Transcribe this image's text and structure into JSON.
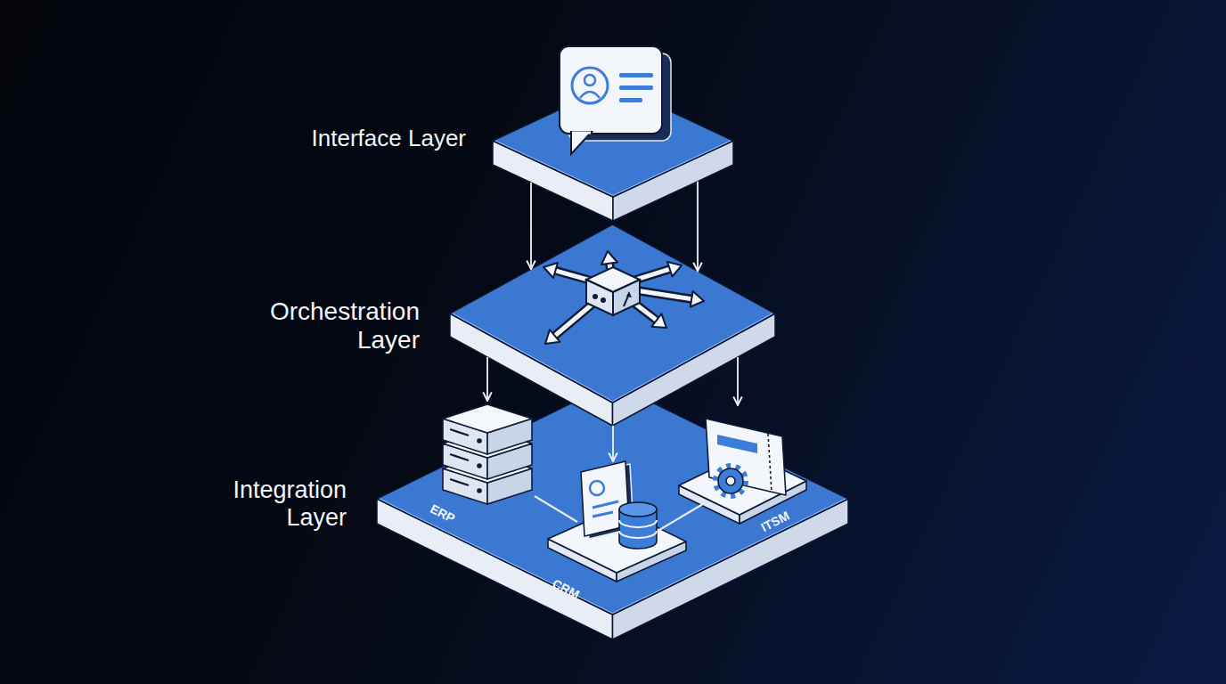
{
  "diagram": {
    "nodes": [
      {
        "text": [
          "Interface Layer"
        ]
      },
      {
        "text": [
          "Orchestration Layer"
        ]
      },
      {
        "text": [
          "Integration Layer"
        ]
      },
      {
        "text": [
          "ERP"
        ],
        "in": 2
      },
      {
        "text": [
          "CRM"
        ],
        "in": 2
      },
      {
        "text": [
          "ITSM"
        ],
        "in": 2
      }
    ],
    "edges": [
      {
        "from": 0,
        "to": 1,
        "arrow": "to"
      },
      {
        "from": 0,
        "to": 1,
        "arrow": "to"
      },
      {
        "from": 1,
        "to": 3,
        "arrow": "to"
      },
      {
        "from": 1,
        "to": 4,
        "arrow": "to"
      },
      {
        "from": 1,
        "to": 5,
        "arrow": "to"
      },
      {
        "from": 3,
        "to": 4,
        "arrow": "none"
      },
      {
        "from": 4,
        "to": 5,
        "arrow": "none"
      }
    ]
  }
}
